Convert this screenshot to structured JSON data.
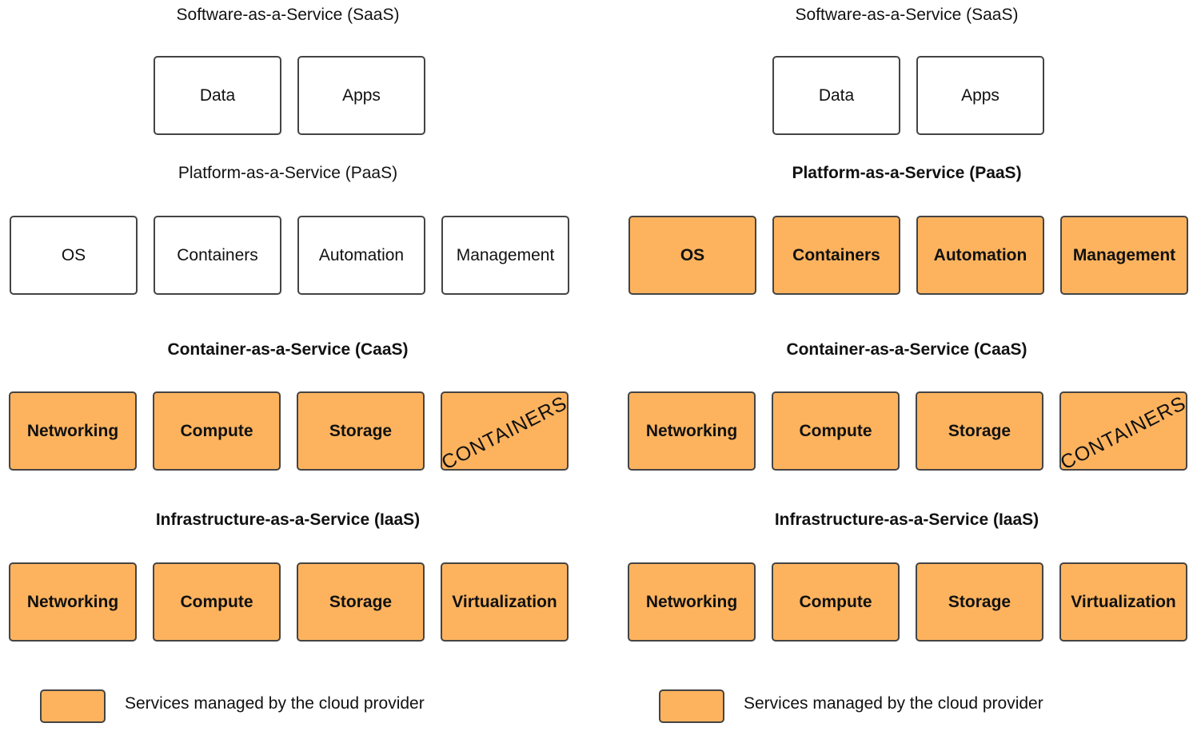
{
  "colors": {
    "managed": "#fdb35e",
    "unmanaged": "#ffffff",
    "border": "#444444"
  },
  "panels": [
    {
      "saas": {
        "title": "Software-as-a-Service (SaaS)",
        "items": [
          "Data",
          "Apps"
        ]
      },
      "paas": {
        "title": "Platform-as-a-Service (PaaS)",
        "items": [
          "OS",
          "Containers",
          "Automation",
          "Management"
        ]
      },
      "caas": {
        "title": "Container-as-a-Service (CaaS)",
        "items": [
          "Networking",
          "Compute",
          "Storage"
        ],
        "stamp": "CONTAINERS"
      },
      "iaas": {
        "title": "Infrastructure-as-a-Service (IaaS)",
        "items": [
          "Networking",
          "Compute",
          "Storage",
          "Virtualization"
        ]
      },
      "legend": "Services managed by the cloud provider"
    },
    {
      "saas": {
        "title": "Software-as-a-Service (SaaS)",
        "items": [
          "Data",
          "Apps"
        ]
      },
      "paas": {
        "title": "Platform-as-a-Service (PaaS)",
        "items": [
          "OS",
          "Containers",
          "Automation",
          "Management"
        ]
      },
      "caas": {
        "title": "Container-as-a-Service (CaaS)",
        "items": [
          "Networking",
          "Compute",
          "Storage"
        ],
        "stamp": "CONTAINERS"
      },
      "iaas": {
        "title": "Infrastructure-as-a-Service (IaaS)",
        "items": [
          "Networking",
          "Compute",
          "Storage",
          "Virtualization"
        ]
      },
      "legend": "Services managed by the cloud provider"
    }
  ]
}
